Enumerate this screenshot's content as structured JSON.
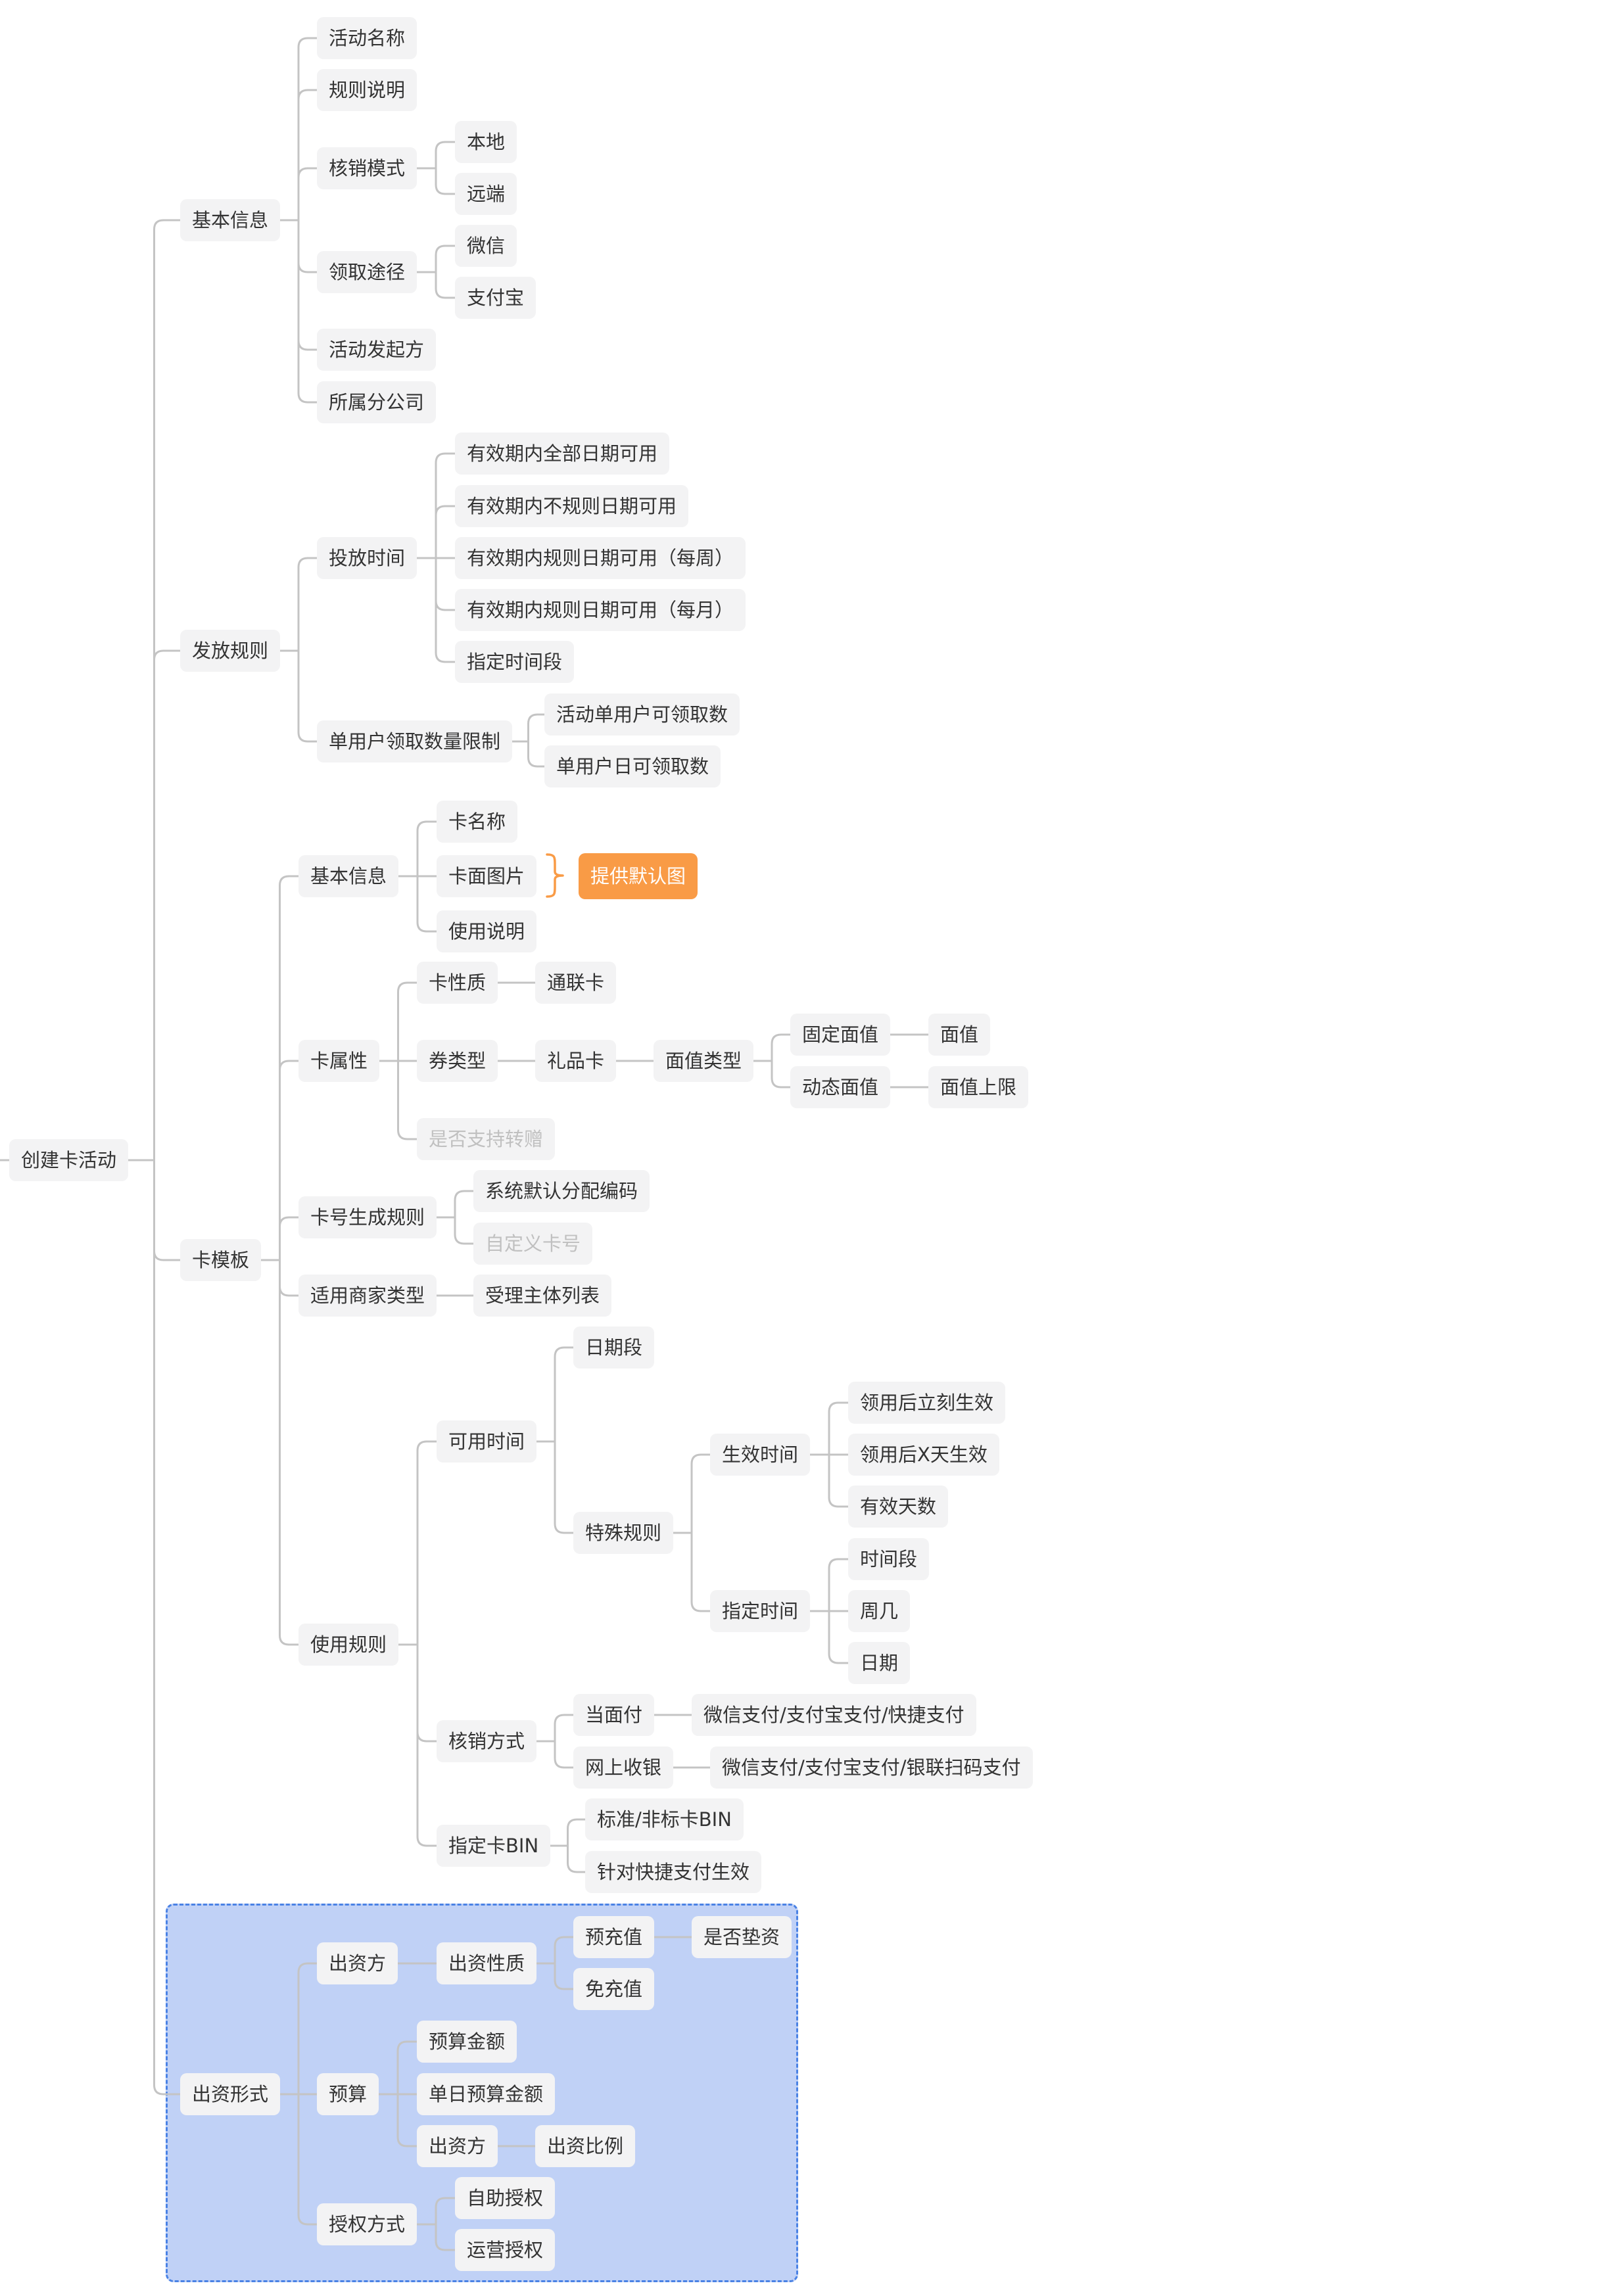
{
  "colors": {
    "node_bg": "#f3f3f4",
    "node_text": "#333333",
    "node_text_dim": "#c0c0c0",
    "line": "#c4c4c4",
    "highlight_bg": "#f99b46",
    "group_bg": "#c0d1f6",
    "group_border": "#4a82e5"
  },
  "tree": {
    "root": "创建卡活动",
    "basic_info": {
      "label": "基本信息",
      "activity_name": "活动名称",
      "rules_desc": "规则说明",
      "writeoff_mode": {
        "label": "核销模式",
        "local": "本地",
        "remote": "远端"
      },
      "channel": {
        "label": "领取途径",
        "wechat": "微信",
        "alipay": "支付宝"
      },
      "initiator": "活动发起方",
      "branch": "所属分公司"
    },
    "issue_rules": {
      "label": "发放规则",
      "time": {
        "label": "投放时间",
        "all_dates": "有效期内全部日期可用",
        "irregular": "有效期内不规则日期可用",
        "weekly": "有效期内规则日期可用（每周）",
        "monthly": "有效期内规则日期可用（每月）",
        "period": "指定时间段"
      },
      "limit": {
        "label": "单用户领取数量限制",
        "per_activity": "活动单用户可领取数",
        "per_day": "单用户日可领取数"
      }
    },
    "card_template": {
      "label": "卡模板",
      "basic": {
        "label": "基本信息",
        "name": "卡名称",
        "image": "卡面图片",
        "usage": "使用说明",
        "default_image": "提供默认图"
      },
      "attributes": {
        "label": "卡属性",
        "nature": "卡性质",
        "unionpay": "通联卡",
        "coupon_type": "券类型",
        "gift_card": "礼品卡",
        "value_type": "面值类型",
        "fixed": "固定面值",
        "face_value": "面值",
        "dynamic": "动态面值",
        "max_value": "面值上限",
        "transfer": "是否支持转赠"
      },
      "number_rule": {
        "label": "卡号生成规则",
        "system_default": "系统默认分配编码",
        "custom": "自定义卡号"
      },
      "merchant_type": {
        "label": "适用商家类型",
        "list": "受理主体列表"
      },
      "usage_rules": {
        "label": "使用规则",
        "available_time": {
          "label": "可用时间",
          "date_range": "日期段",
          "special": {
            "label": "特殊规则",
            "effective": {
              "label": "生效时间",
              "immediate": "领用后立刻生效",
              "after_x_days": "领用后X天生效",
              "valid_days": "有效天数"
            },
            "specified": {
              "label": "指定时间",
              "time_range": "时间段",
              "weekday": "周几",
              "date": "日期"
            }
          }
        },
        "writeoff": {
          "label": "核销方式",
          "face_to_face": "当面付",
          "face_to_face_methods": "微信支付/支付宝支付/快捷支付",
          "online": "网上收银",
          "online_methods": "微信支付/支付宝支付/银联扫码支付"
        },
        "card_bin": {
          "label": "指定卡BIN",
          "standard": "标准/非标卡BIN",
          "quick_pay": "针对快捷支付生效"
        }
      }
    },
    "funding": {
      "label": "出资形式",
      "funder": {
        "label": "出资方",
        "nature": "出资性质",
        "prepaid": "预充值",
        "advance": "是否垫资",
        "no_prepay": "免充值"
      },
      "budget": {
        "label": "预算",
        "amount": "预算金额",
        "daily": "单日预算金额",
        "funder": "出资方",
        "ratio": "出资比例"
      },
      "auth": {
        "label": "授权方式",
        "self": "自助授权",
        "ops": "运营授权"
      }
    }
  }
}
